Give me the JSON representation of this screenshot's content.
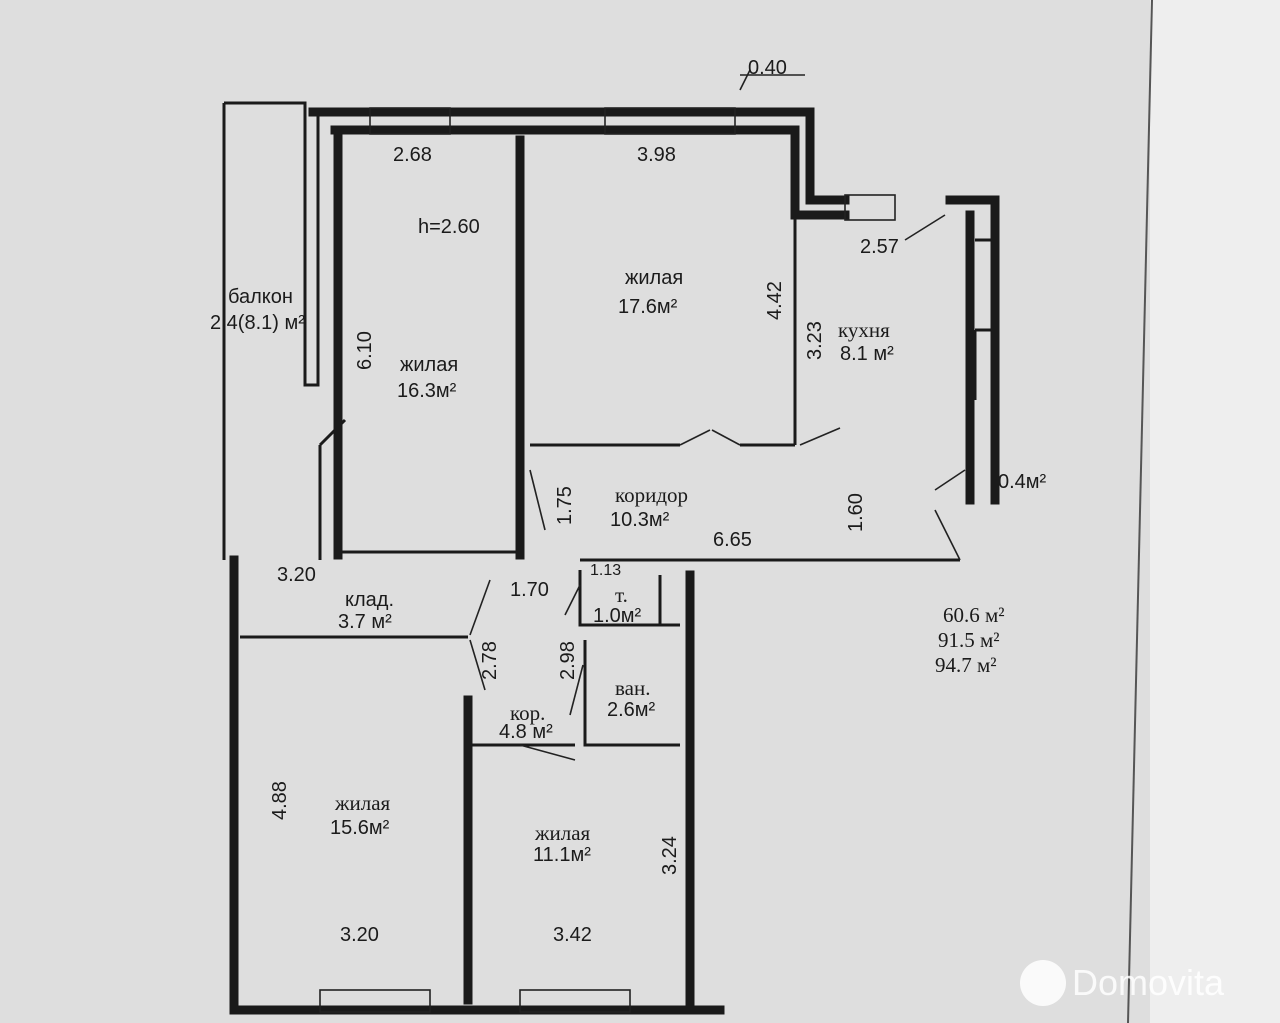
{
  "plan": {
    "wall_thickness": "0.40",
    "ceiling_height": "h=2.60",
    "rooms": {
      "balcony": {
        "name": "балкон",
        "area": "2.4(8.1) м²"
      },
      "living1": {
        "name": "жилая",
        "area": "16.3м²"
      },
      "living2": {
        "name": "жилая",
        "area": "17.6м²"
      },
      "kitchen": {
        "name": "кухня",
        "area": "8.1 м²"
      },
      "kitchen_niche": {
        "area": "0.4м²"
      },
      "corridor": {
        "name": "коридор",
        "area": "10.3м²"
      },
      "storage": {
        "name": "клад.",
        "area": "3.7 м²"
      },
      "toilet": {
        "name": "т.",
        "area": "1.0м²"
      },
      "bath": {
        "name": "ван.",
        "area": "2.6м²"
      },
      "hall": {
        "name": "кор.",
        "area": "4.8 м²"
      },
      "living3": {
        "name": "жилая",
        "area": "15.6м²"
      },
      "living4": {
        "name": "жилая",
        "area": "11.1м²"
      }
    },
    "dimensions": {
      "d268": "2.68",
      "d398": "3.98",
      "d257": "2.57",
      "d442": "4.42",
      "d323": "3.23",
      "d610": "6.10",
      "d175": "1.75",
      "d160": "1.60",
      "d665": "6.65",
      "d320a": "3.20",
      "d170": "1.70",
      "d113": "1.13",
      "d278": "2.78",
      "d298": "2.98",
      "d488": "4.88",
      "d324": "3.24",
      "d320b": "3.20",
      "d342": "3.42"
    },
    "totals": [
      "60.6 м²",
      "91.5 м²",
      "94.7 м²"
    ]
  },
  "watermark": "Domovita"
}
